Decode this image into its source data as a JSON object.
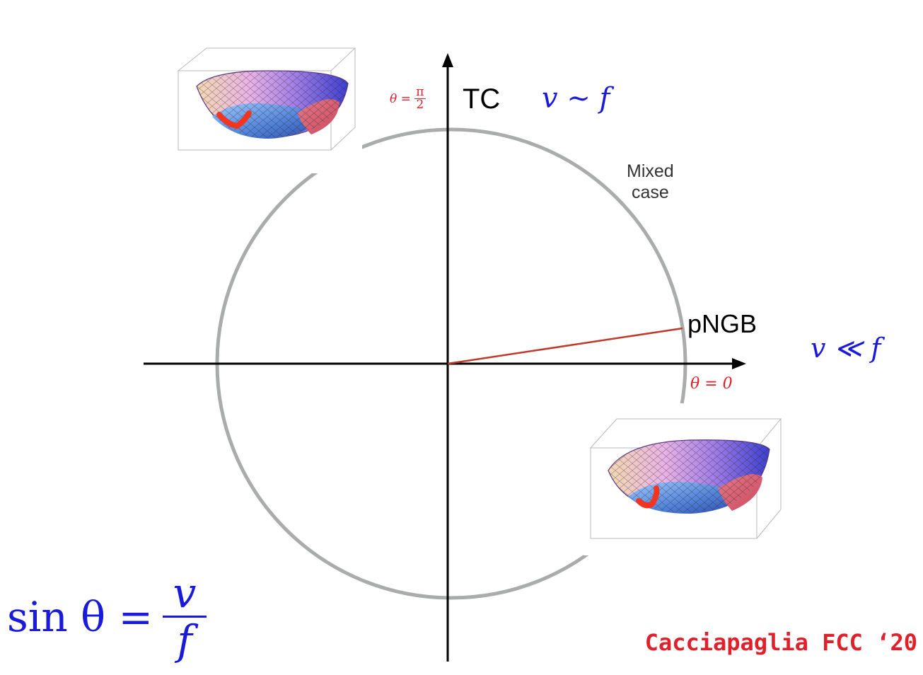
{
  "labels": {
    "tc": "TC",
    "tc_relation": "v ∼ f",
    "theta_top_lhs": "θ =",
    "theta_top_num": "π",
    "theta_top_den": "2",
    "mixed_line1": "Mixed",
    "mixed_line2": "case",
    "pngb": "pNGB",
    "pngb_relation": "v ≪ f",
    "theta_zero": "θ = 0",
    "formula_lhs": "sin θ =",
    "formula_num": "v",
    "formula_den": "f",
    "credit": "Cacciapaglia FCC ‘20"
  },
  "colors": {
    "axis": "#000000",
    "circle": "#a9acab",
    "vector": "#c0392b",
    "blue_text": "#1a1adb",
    "red_text": "#e0202a",
    "gray_text": "#333333"
  },
  "icons": [
    "mexican-hat-potential-top",
    "mexican-hat-potential-bottom"
  ]
}
